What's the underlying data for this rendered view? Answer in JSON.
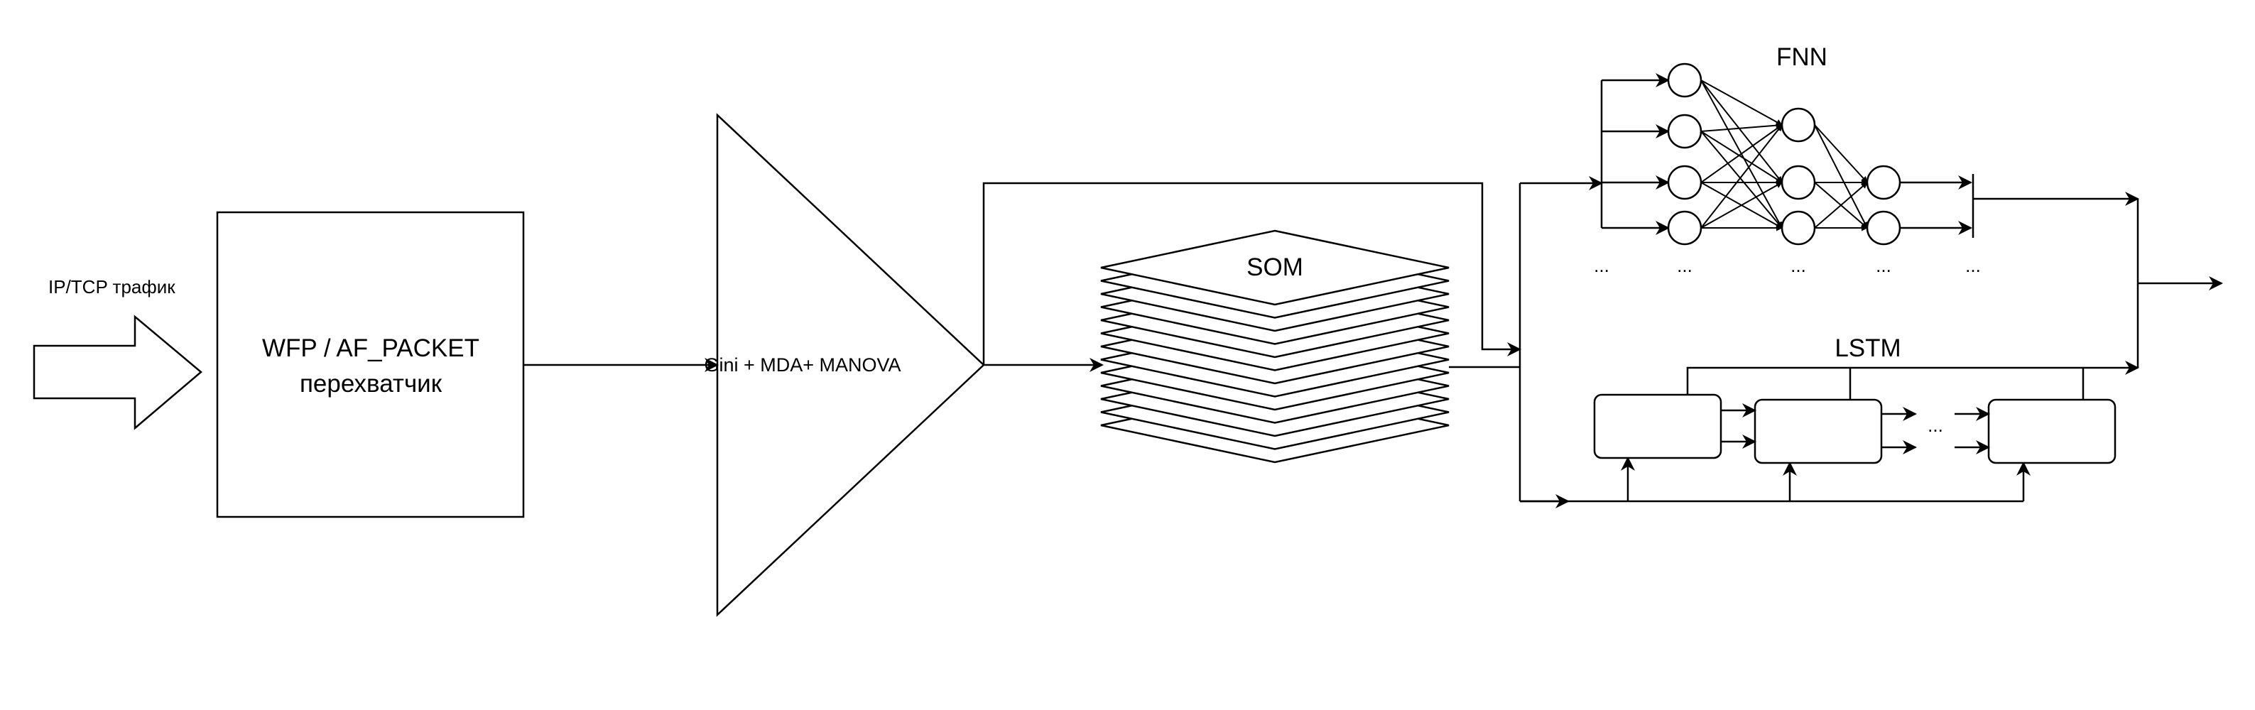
{
  "input": {
    "label": "IP/TCP трафик"
  },
  "capture": {
    "line1": "WFP / AF_PACKET",
    "line2": "перехватчик"
  },
  "selector": {
    "label": "Gini + MDA+ MANOVA"
  },
  "som": {
    "label": "SOM"
  },
  "fnn": {
    "label": "FNN",
    "ellipsis": "..."
  },
  "lstm": {
    "label": "LSTM",
    "ellipsis": "..."
  }
}
